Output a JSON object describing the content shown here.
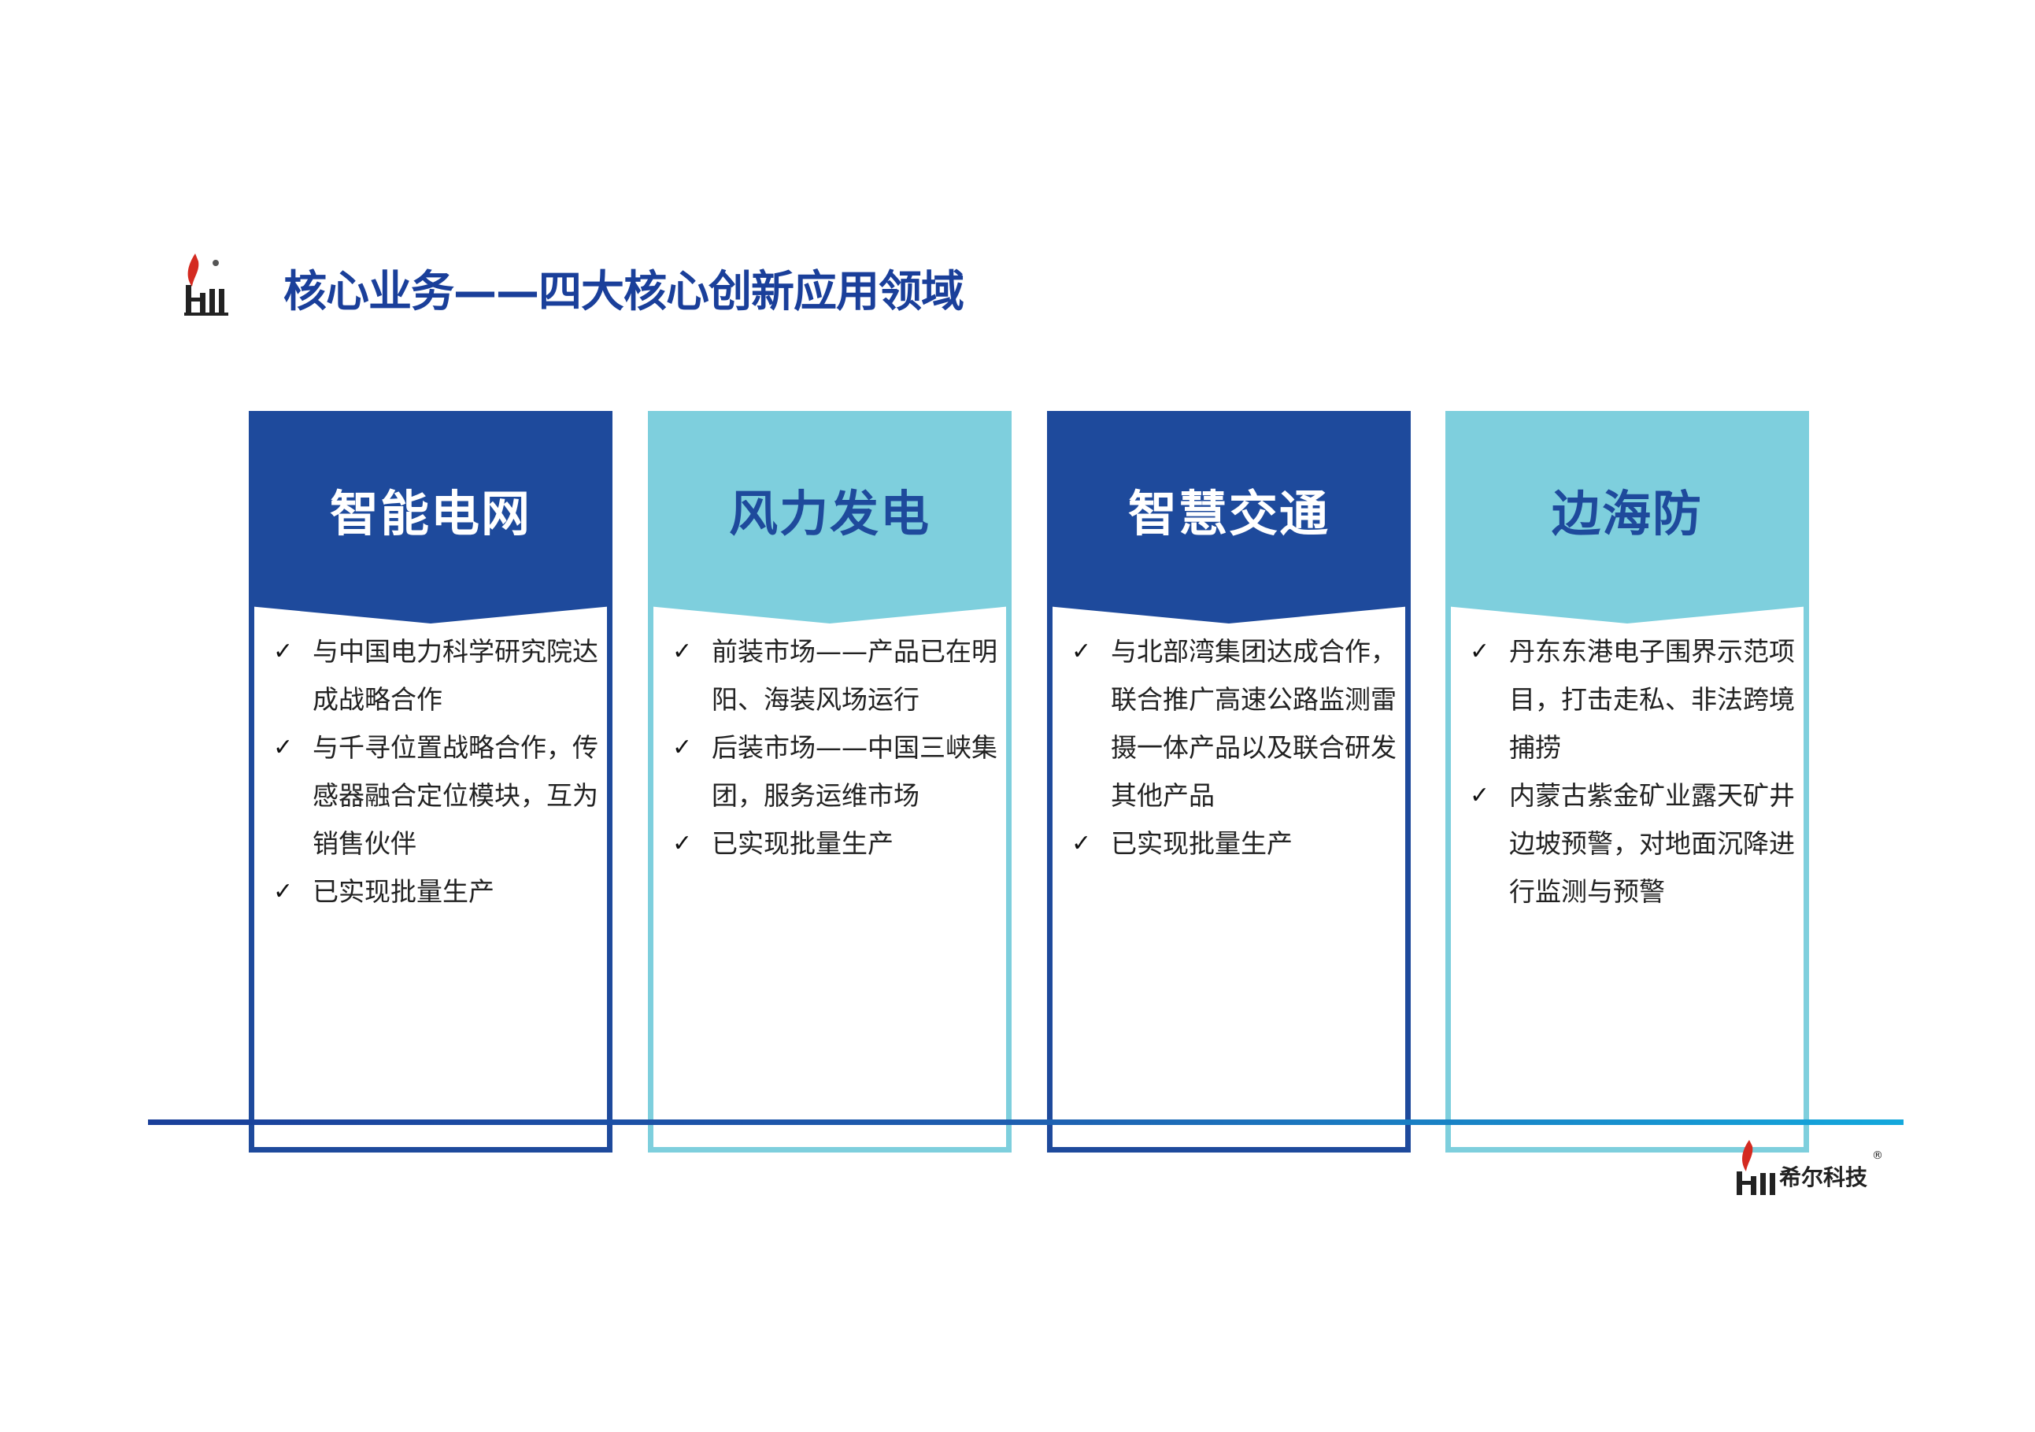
{
  "header": {
    "title": "核心业务——四大核心创新应用领域"
  },
  "colors": {
    "dark_blue": "#1e4a9c",
    "light_cyan": "#7ecfdd",
    "flame_red": "#d42a20"
  },
  "cards": [
    {
      "title": "智能电网",
      "items": [
        "与中国电力科学研究院达成战略合作",
        "与千寻位置战略合作，传感器融合定位模块，互为销售伙伴",
        "已实现批量生产"
      ]
    },
    {
      "title": "风力发电",
      "items": [
        "前装市场——产品已在明阳、海装风场运行",
        "后装市场——中国三峡集团，服务运维市场",
        "已实现批量生产"
      ]
    },
    {
      "title": "智慧交通",
      "items": [
        "与北部湾集团达成合作，联合推广高速公路监测雷摄一体产品以及联合研发其他产品",
        "已实现批量生产"
      ]
    },
    {
      "title": "边海防",
      "items": [
        "丹东东港电子围界示范项目，打击走私、非法跨境捕捞",
        "内蒙古紫金矿业露天矿井边坡预警，对地面沉降进行监测与预警"
      ]
    }
  ],
  "footer": {
    "logo_text": "希尔科技",
    "check_mark": "✓",
    "registered": "®"
  }
}
